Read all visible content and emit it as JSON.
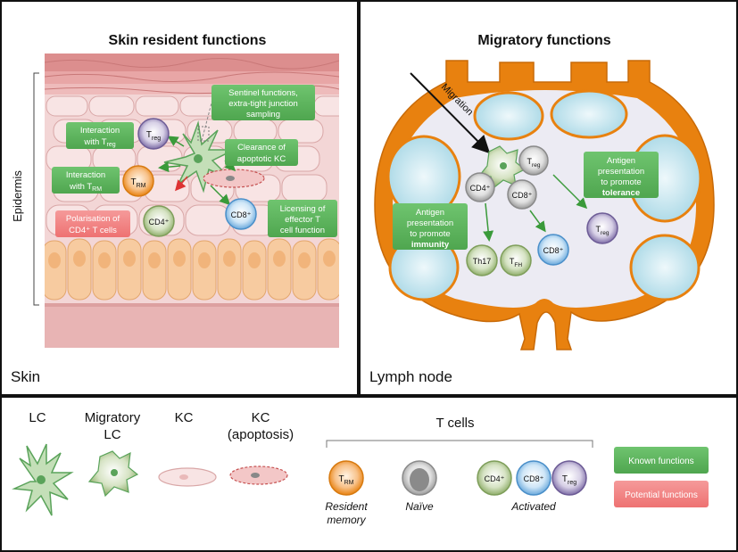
{
  "skin_panel": {
    "title": "Skin resident functions",
    "region_label": "Skin",
    "side_label": "Epidermis",
    "boxes": {
      "sentinel": [
        "Sentinel functions,",
        "extra-tight junction",
        "sampling"
      ],
      "int_treg": [
        "Interaction",
        "with T"
      ],
      "int_treg_sub": "reg",
      "clearance": [
        "Clearance of",
        "apoptotic KC"
      ],
      "int_trm": [
        "Interaction",
        "with T"
      ],
      "int_trm_sub": "RM",
      "polarisation": [
        "Polarisation of",
        "CD4⁺ T cells"
      ],
      "licensing": [
        "Licensing of",
        "effector T",
        "cell function"
      ]
    },
    "cells": {
      "treg": "T",
      "treg_sub": "reg",
      "trm": "T",
      "trm_sub": "RM",
      "cd4": "CD4⁺",
      "cd8": "CD8⁺"
    }
  },
  "lymph_panel": {
    "title": "Migratory functions",
    "region_label": "Lymph node",
    "migration_label": "Migration",
    "boxes": {
      "immunity": [
        "Antigen",
        "presentation",
        "to promote"
      ],
      "immunity_bold": "immunity",
      "tolerance": [
        "Antigen",
        "presentation",
        "to promote"
      ],
      "tolerance_bold": "tolerance"
    },
    "cells": {
      "cd4": "CD4⁺",
      "cd8": "CD8⁺",
      "treg_top": "T",
      "treg_top_sub": "reg",
      "th17": "Th17",
      "tfh": "T",
      "tfh_sub": "FH",
      "cd8_act": "CD8⁺",
      "treg_right": "T",
      "treg_right_sub": "reg"
    }
  },
  "legend": {
    "lc": "LC",
    "mlc": [
      "Migratory",
      "LC"
    ],
    "kc": "KC",
    "kc_apop": [
      "KC",
      "(apoptosis)"
    ],
    "tcells": "T cells",
    "resident": [
      "Resident",
      "memory"
    ],
    "naive": "Naïve",
    "activated": "Activated",
    "trm": "T",
    "trm_sub": "RM",
    "cd4": "CD4⁺",
    "cd8": "CD8⁺",
    "treg": "T",
    "treg_sub": "reg",
    "known": "Known functions",
    "potential": "Potential functions"
  },
  "colors": {
    "known": "#5cb85c",
    "potential": "#f08080",
    "lymph_orange": "#e8810f",
    "cyst_blue": "#bfe3ee",
    "trm_orange": "#f3a040",
    "cd4_green": "#a8c486",
    "cd8_blue": "#8ec2ea",
    "treg_purple": "#9a8cbc",
    "naive_grey": "#bdbdbd"
  }
}
